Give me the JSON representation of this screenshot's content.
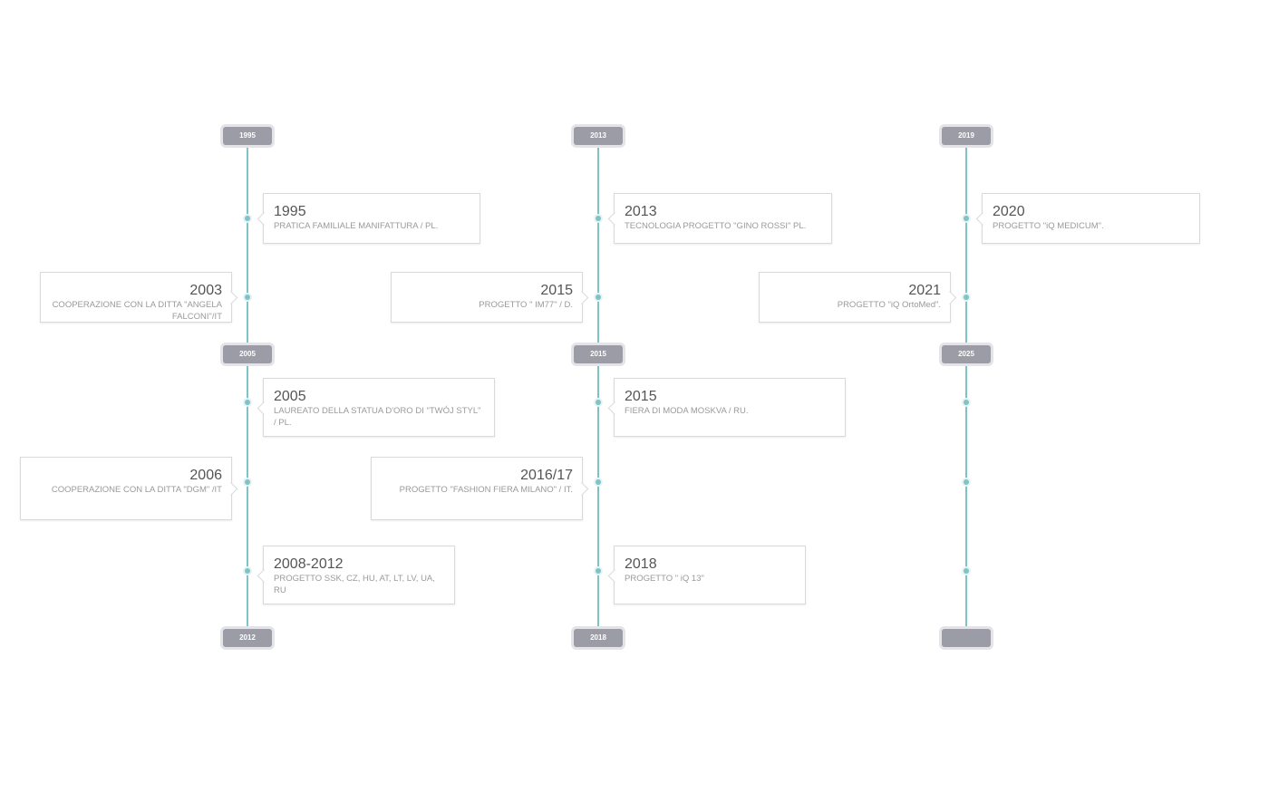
{
  "columns": [
    {
      "pills": [
        "1995",
        "2005",
        "2012"
      ],
      "events": [
        {
          "year": "1995",
          "text": "PRATICA FAMILIALE MANIFATTURA / PL."
        },
        {
          "year": "2003",
          "text": "COOPERAZIONE CON LA DITTA \"ANGELA FALCONI\"/IT"
        },
        {
          "year": "2005",
          "text": "LAUREATO DELLA STATUA D'ORO DI \"TWÓJ STYL\" / PL."
        },
        {
          "year": "2006",
          "text": "COOPERAZIONE CON LA DITTA \"DGM\" /IT"
        },
        {
          "year": "2008-2012",
          "text": "PROGETTO SSK, CZ, HU, AT, LT, LV, UA, RU"
        }
      ]
    },
    {
      "pills": [
        "2013",
        "2015",
        "2018"
      ],
      "events": [
        {
          "year": "2013",
          "text": "TECNOLOGIA PROGETTO \"GINO ROSSI\" PL."
        },
        {
          "year": "2015",
          "text": "PROGETTO \" IM77\" / D."
        },
        {
          "year": "2015",
          "text": "FIERA DI MODA MOSKVA / RU."
        },
        {
          "year": "2016/17",
          "text": "PROGETTO \"FASHION FIERA MILANO\" / IT."
        },
        {
          "year": "2018",
          "text": "PROGETTO \" iQ 13\""
        }
      ]
    },
    {
      "pills": [
        "2019",
        "2025",
        ""
      ],
      "events": [
        {
          "year": "2020",
          "text": "PROGETTO \"iQ MEDICUM\"."
        },
        {
          "year": "2021",
          "text": "PROGETTO \"iQ OrtoMed\"."
        }
      ]
    }
  ]
}
